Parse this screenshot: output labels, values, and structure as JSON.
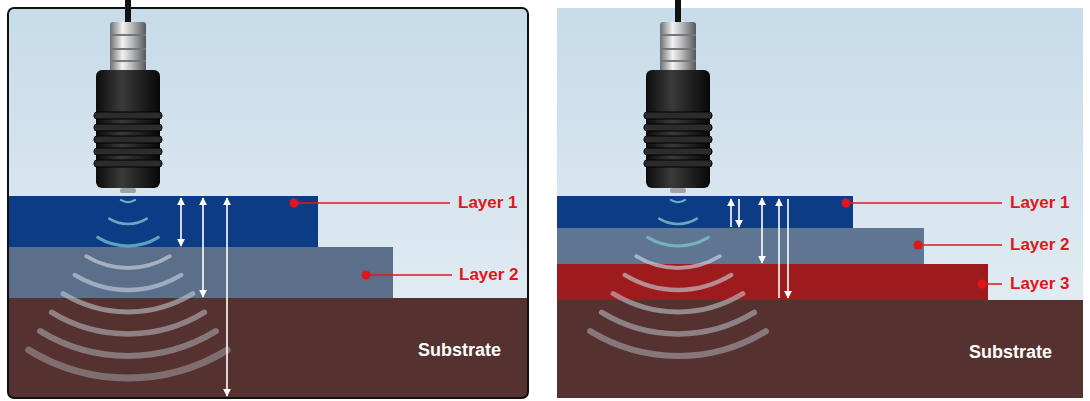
{
  "diagram": {
    "nodes": [
      {
        "text": [
          "Substrate"
        ]
      },
      {
        "text": [
          "Substrate"
        ]
      }
    ],
    "labels": [
      "Layer 1",
      "Layer 2",
      "Layer 1",
      "Layer 2",
      "Layer 3"
    ]
  }
}
